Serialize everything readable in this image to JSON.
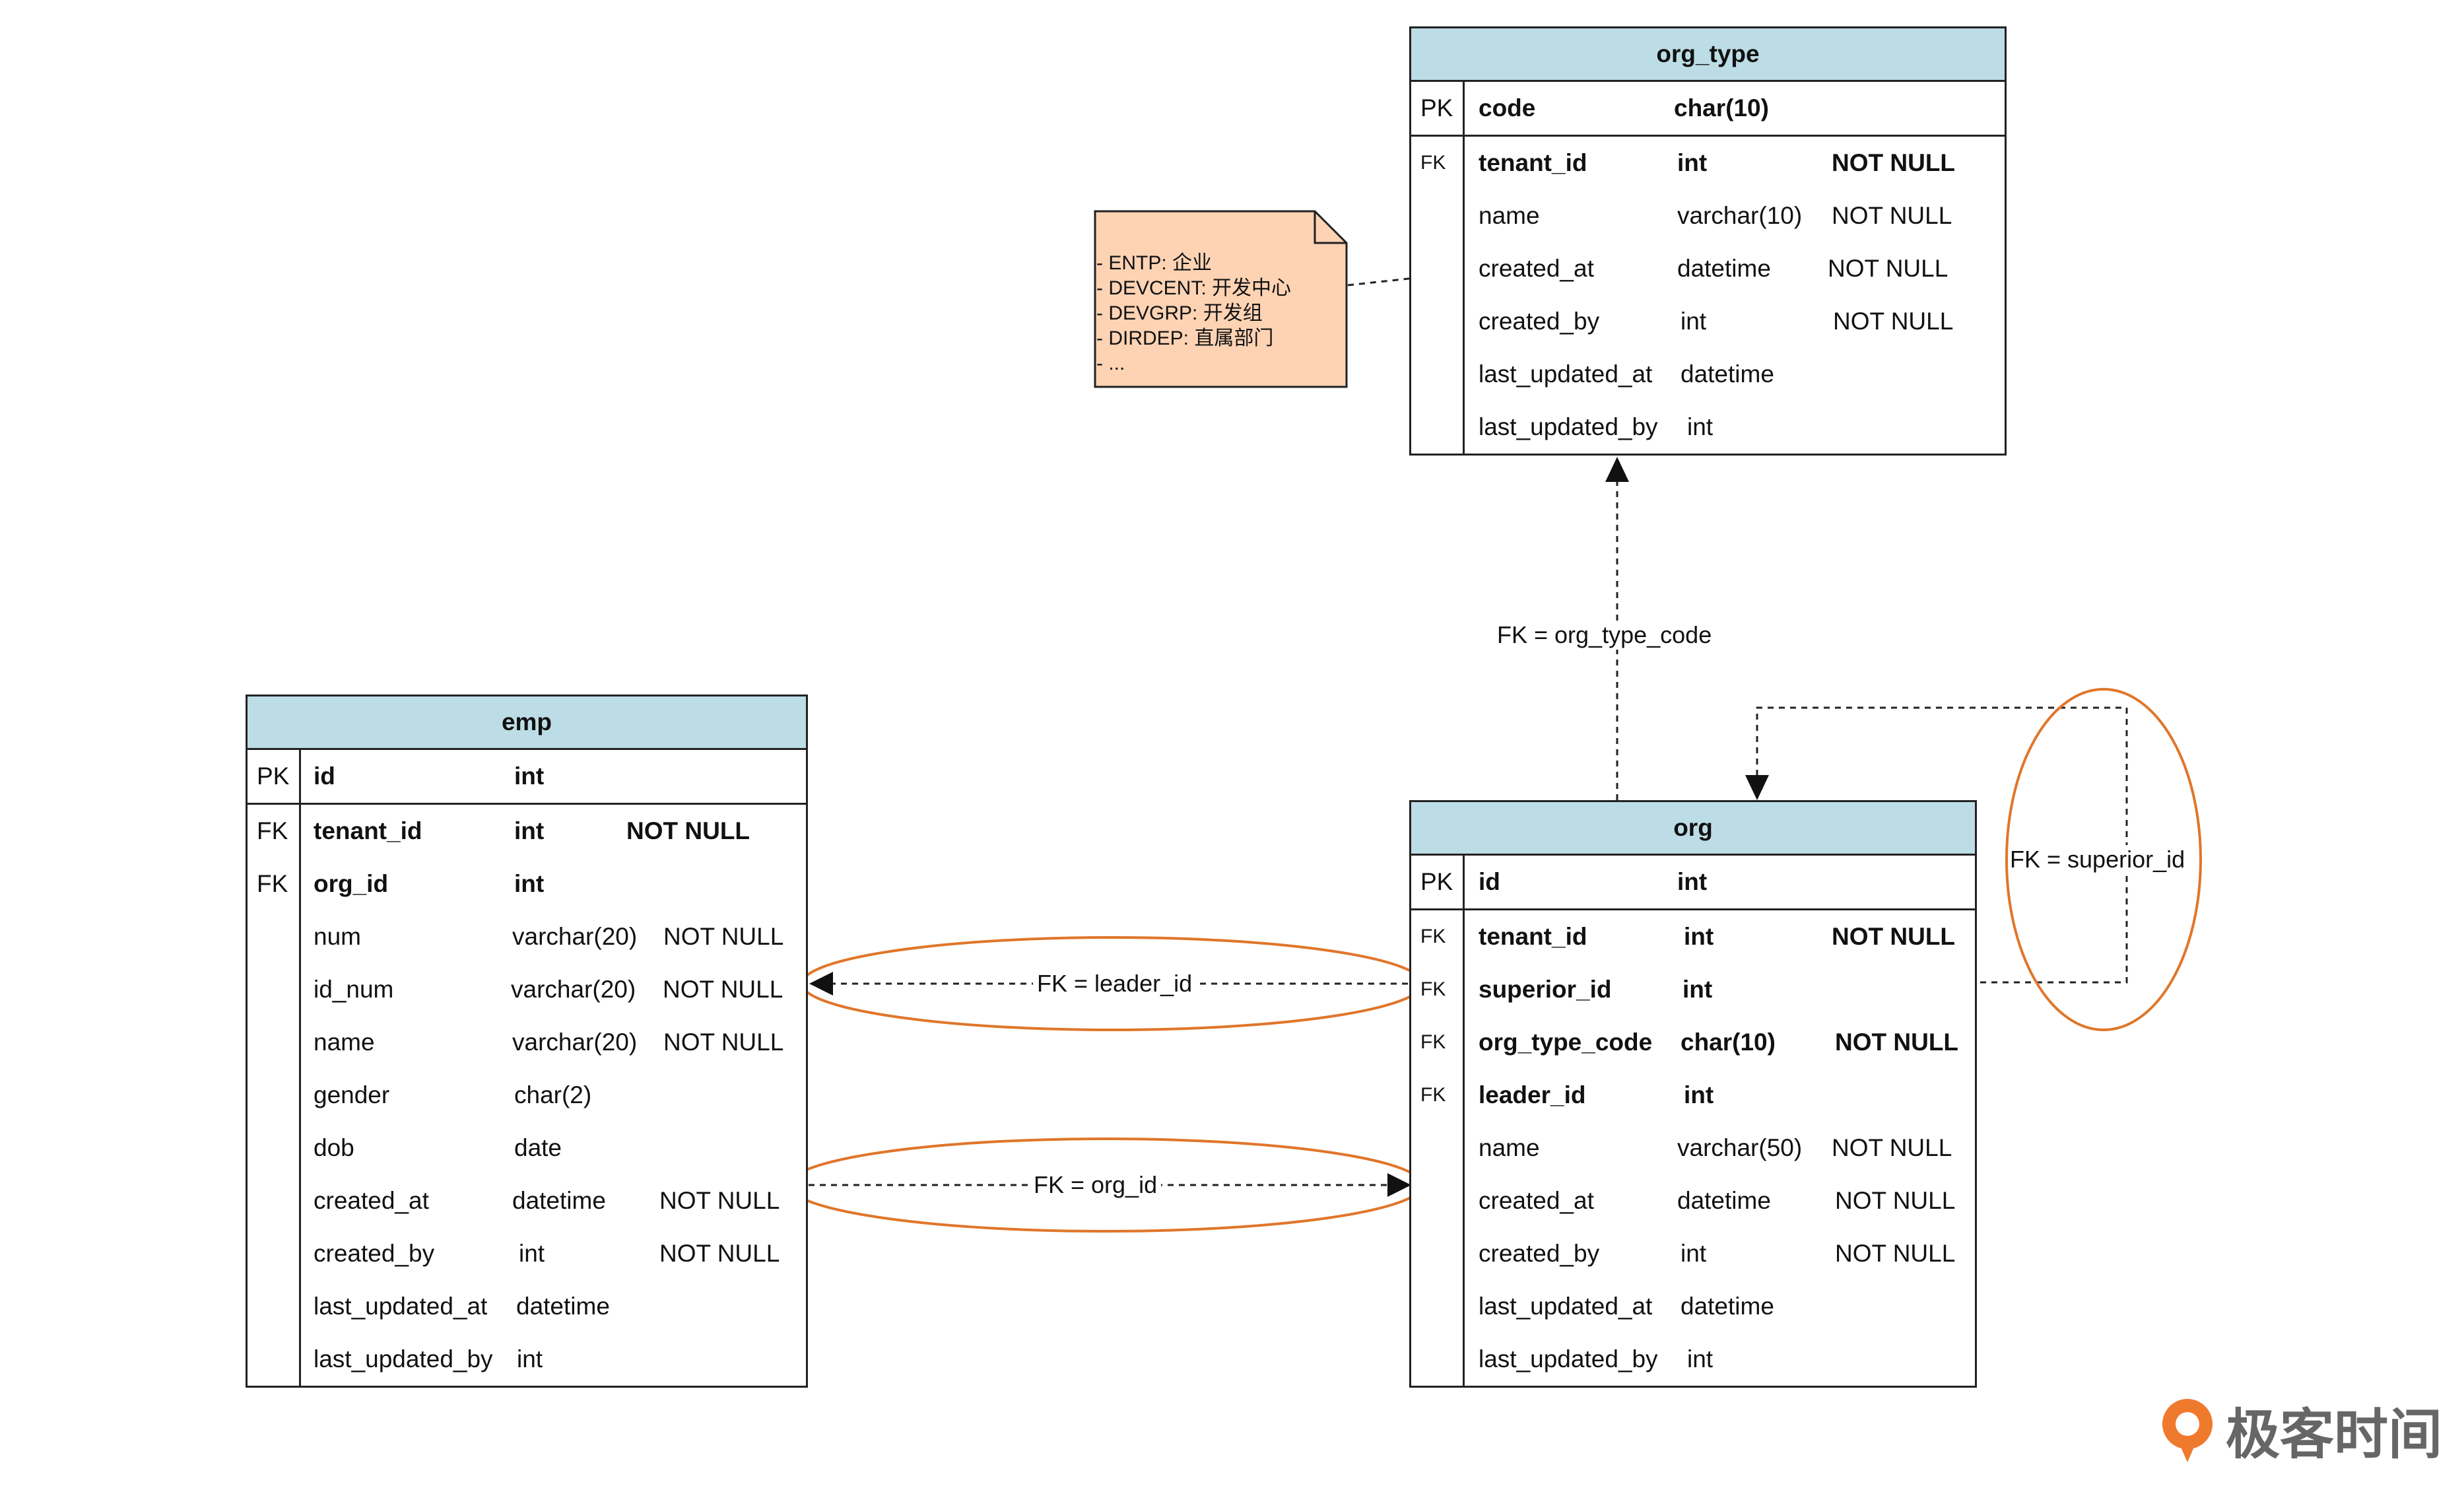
{
  "tables": {
    "org_type": {
      "title": "org_type",
      "pk": {
        "key": "PK",
        "name": "code",
        "type": "char(10)"
      },
      "rows": [
        {
          "key": "FK",
          "name": "tenant_id",
          "type": "int",
          "null": "NOT NULL"
        },
        {
          "key": "",
          "name": "name",
          "type": "varchar(10)",
          "null": "NOT NULL"
        },
        {
          "key": "",
          "name": "created_at",
          "type": "datetime",
          "null": "NOT NULL"
        },
        {
          "key": "",
          "name": "created_by",
          "type": "int",
          "null": "NOT NULL"
        },
        {
          "key": "",
          "name": "last_updated_at",
          "type": "datetime",
          "null": ""
        },
        {
          "key": "",
          "name": "last_updated_by",
          "type": "int",
          "null": ""
        }
      ]
    },
    "emp": {
      "title": "emp",
      "pk": {
        "key": "PK",
        "name": "id",
        "type": "int"
      },
      "rows": [
        {
          "key": "FK",
          "name": "tenant_id",
          "type": "int",
          "null": "NOT NULL"
        },
        {
          "key": "FK",
          "name": "org_id",
          "type": "int",
          "null": ""
        },
        {
          "key": "",
          "name": "num",
          "type": "varchar(20)",
          "null": "NOT NULL"
        },
        {
          "key": "",
          "name": "id_num",
          "type": "varchar(20)",
          "null": "NOT NULL"
        },
        {
          "key": "",
          "name": "name",
          "type": "varchar(20)",
          "null": "NOT NULL"
        },
        {
          "key": "",
          "name": "gender",
          "type": "char(2)",
          "null": ""
        },
        {
          "key": "",
          "name": "dob",
          "type": "date",
          "null": ""
        },
        {
          "key": "",
          "name": "created_at",
          "type": "datetime",
          "null": "NOT NULL"
        },
        {
          "key": "",
          "name": "created_by",
          "type": "int",
          "null": "NOT NULL"
        },
        {
          "key": "",
          "name": "last_updated_at",
          "type": "datetime",
          "null": ""
        },
        {
          "key": "",
          "name": "last_updated_by",
          "type": "int",
          "null": ""
        }
      ]
    },
    "org": {
      "title": "org",
      "pk": {
        "key": "PK",
        "name": "id",
        "type": "int"
      },
      "rows": [
        {
          "key": "FK",
          "name": "tenant_id",
          "type": "int",
          "null": "NOT NULL"
        },
        {
          "key": "FK",
          "name": "superior_id",
          "type": "int",
          "null": ""
        },
        {
          "key": "FK",
          "name": "org_type_code",
          "type": "char(10)",
          "null": "NOT NULL"
        },
        {
          "key": "FK",
          "name": "leader_id",
          "type": "int",
          "null": ""
        },
        {
          "key": "",
          "name": "name",
          "type": "varchar(50)",
          "null": "NOT NULL"
        },
        {
          "key": "",
          "name": "created_at",
          "type": "datetime",
          "null": "NOT NULL"
        },
        {
          "key": "",
          "name": "created_by",
          "type": "int",
          "null": "NOT NULL"
        },
        {
          "key": "",
          "name": "last_updated_at",
          "type": "datetime",
          "null": ""
        },
        {
          "key": "",
          "name": "last_updated_by",
          "type": "int",
          "null": ""
        }
      ]
    }
  },
  "note": {
    "lines": [
      "- ENTP: 企业",
      "- DEVCENT: 开发中心",
      "- DEVGRP: 开发组",
      "- DIRDEP: 直属部门",
      "- ..."
    ]
  },
  "relations": {
    "org_type_code": "FK = org_type_code",
    "superior_id": "FK = superior_id",
    "leader_id": "FK = leader_id",
    "org_id": "FK = org_id"
  },
  "logo": {
    "text": "极客时间"
  },
  "colors": {
    "header": "#bddde6",
    "note": "#fdd3b4",
    "highlight": "#e0762a"
  }
}
